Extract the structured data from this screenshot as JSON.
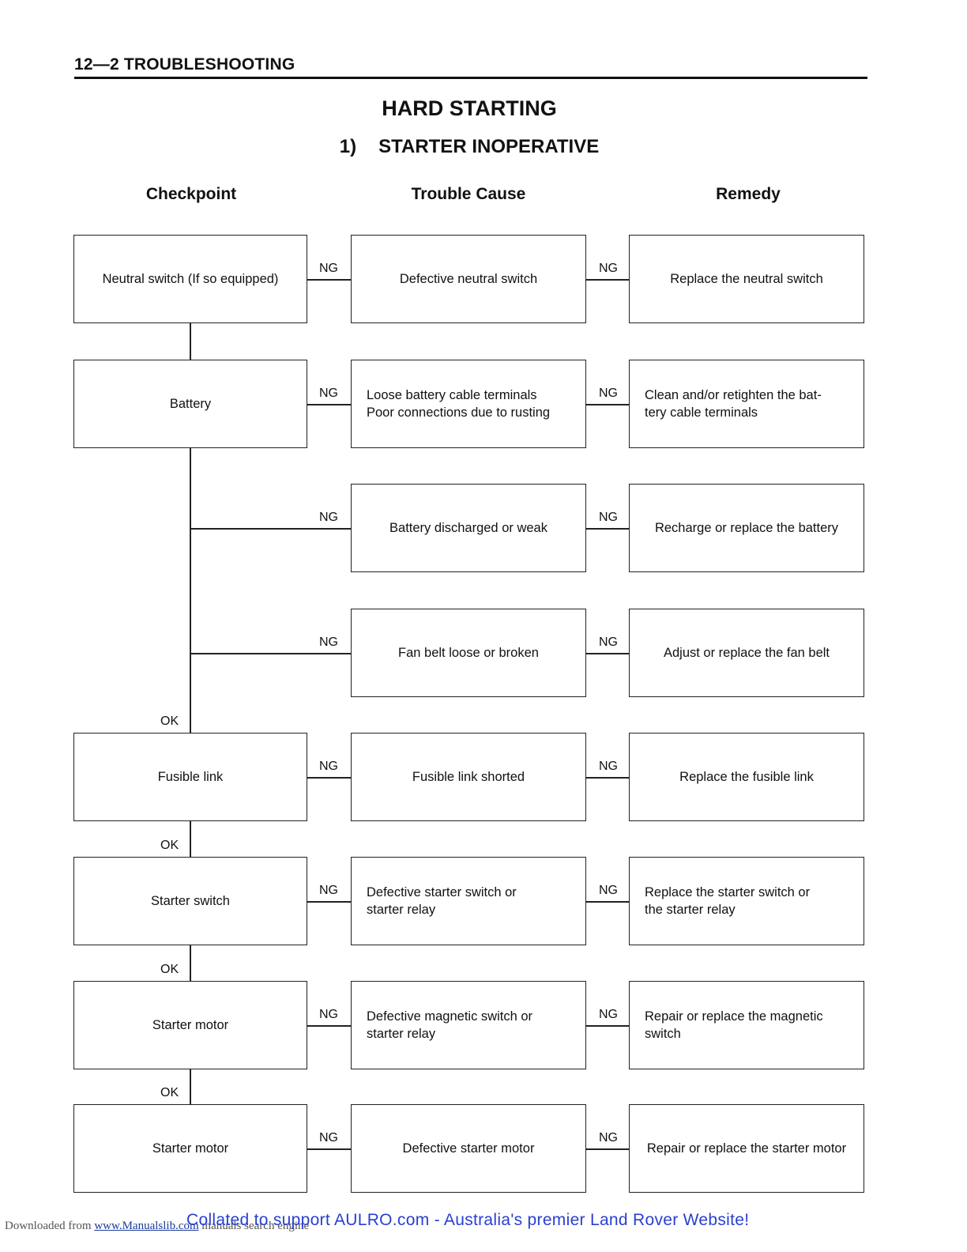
{
  "header": {
    "section": "12—2 TROUBLESHOOTING"
  },
  "title": "HARD STARTING",
  "subtitle": {
    "num": "1)",
    "text": "STARTER INOPERATIVE"
  },
  "columns": {
    "checkpoint": "Checkpoint",
    "cause": "Trouble Cause",
    "remedy": "Remedy"
  },
  "labels": {
    "ng": "NG",
    "ok": "OK"
  },
  "rows": [
    {
      "checkpoint": "Neutral switch (If so equipped)",
      "cause": "Defective neutral switch",
      "remedy": "Replace the neutral switch"
    },
    {
      "checkpoint": "Battery",
      "cause": "Loose battery cable terminals\nPoor connections due to rusting",
      "remedy": "Clean and/or retighten the bat-\ntery cable terminals"
    },
    {
      "checkpoint": "",
      "cause": "Battery discharged or weak",
      "remedy": "Recharge or replace the battery"
    },
    {
      "checkpoint": "",
      "cause": "Fan belt loose or broken",
      "remedy": "Adjust or replace the fan belt"
    },
    {
      "checkpoint": "Fusible link",
      "cause": "Fusible link shorted",
      "remedy": "Replace the fusible link"
    },
    {
      "checkpoint": "Starter switch",
      "cause": "Defective starter switch or\nstarter relay",
      "remedy": "Replace the starter switch or\nthe starter relay"
    },
    {
      "checkpoint": "Starter motor",
      "cause": "Defective magnetic switch or\nstarter relay",
      "remedy": "Repair or replace the magnetic\nswitch"
    },
    {
      "checkpoint": "Starter motor",
      "cause": "Defective starter motor",
      "remedy": "Repair or replace the starter motor"
    }
  ],
  "footer": {
    "downloaded_prefix": "Downloaded from",
    "downloaded_link": "www.Manualslib.com",
    "downloaded_suffix": "manuals search engine",
    "collated": "Collated to support AULRO.com - Australia's premier Land Rover Website!"
  }
}
